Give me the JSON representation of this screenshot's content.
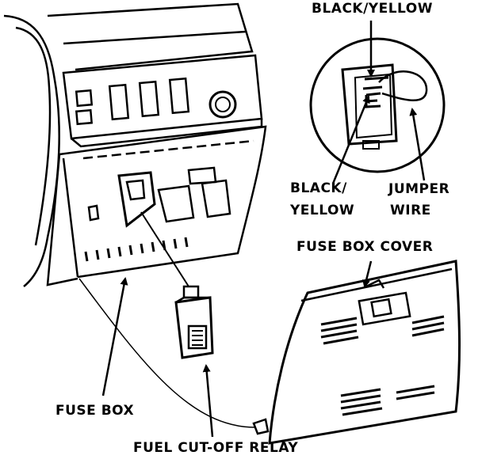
{
  "labels": {
    "black_yellow_top": "BLACK/YELLOW",
    "black_yellow_left_line1": "BLACK/",
    "black_yellow_left_line2": "YELLOW",
    "jumper_line1": "JUMPER",
    "jumper_line2": "WIRE",
    "fuse_box_cover": "FUSE BOX COVER",
    "fuse_box": "FUSE BOX",
    "fuel_cutoff_relay": "FUEL CUT-OFF RELAY"
  }
}
